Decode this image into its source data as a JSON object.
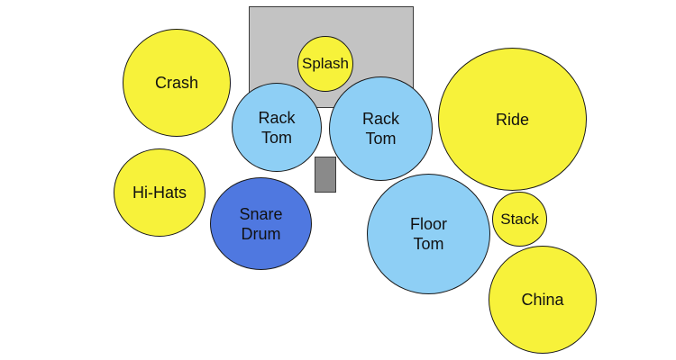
{
  "colors": {
    "cymbal": "#f7f23a",
    "tom": "#8ecff5",
    "snare": "#4f78e0",
    "riser": "#c3c3c3",
    "stand": "#8a8a8a"
  },
  "pieces": {
    "crash": {
      "label": "Crash",
      "kind": "cymbal"
    },
    "hihats": {
      "label": "Hi-Hats",
      "kind": "cymbal"
    },
    "splash": {
      "label": "Splash",
      "kind": "cymbal"
    },
    "rack1": {
      "label": "Rack\nTom",
      "kind": "tom"
    },
    "rack2": {
      "label": "Rack\nTom",
      "kind": "tom"
    },
    "snare": {
      "label": "Snare\nDrum",
      "kind": "snare"
    },
    "floor": {
      "label": "Floor\nTom",
      "kind": "tom"
    },
    "ride": {
      "label": "Ride",
      "kind": "cymbal"
    },
    "stack": {
      "label": "Stack",
      "kind": "cymbal"
    },
    "china": {
      "label": "China",
      "kind": "cymbal"
    }
  }
}
